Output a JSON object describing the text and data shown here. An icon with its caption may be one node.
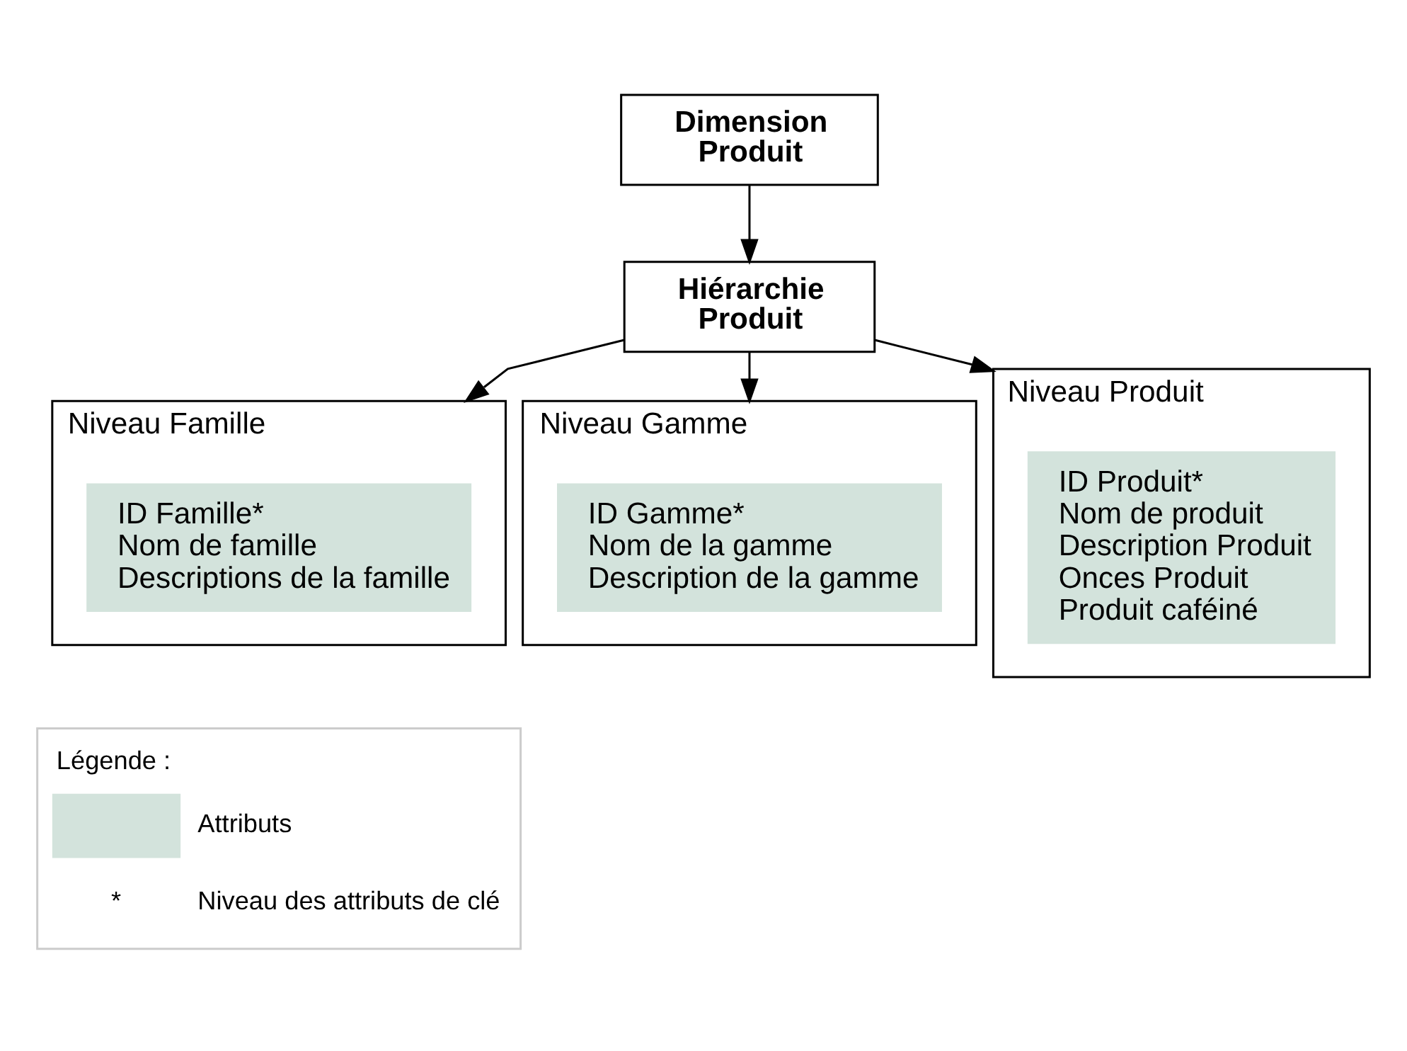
{
  "diagram": {
    "nodes": [
      {
        "text": [
          "Dimension Produit"
        ]
      },
      {
        "text": [
          "Hiérarchie Produit"
        ]
      },
      {
        "text": [
          "Niveau Famille"
        ]
      },
      {
        "text": [
          "ID Famille*",
          "Nom de famille",
          "Descriptions de la famille"
        ],
        "in": 2
      },
      {
        "text": [
          "Niveau Gamme"
        ]
      },
      {
        "text": [
          "ID Gamme*",
          "Nom de la gamme",
          "Description de la gamme"
        ],
        "in": 4
      },
      {
        "text": [
          "Niveau Produit"
        ]
      },
      {
        "text": [
          "ID Produit*",
          "Nom de produit",
          "Description Produit",
          "Onces Produit",
          "Produit caféiné"
        ],
        "in": 6
      }
    ],
    "edges": [
      {
        "from": 0,
        "to": 1,
        "arrow": "to"
      },
      {
        "from": 1,
        "to": 2,
        "arrow": "to"
      },
      {
        "from": 1,
        "to": 4,
        "arrow": "to"
      },
      {
        "from": 1,
        "to": 6,
        "arrow": "to"
      }
    ],
    "labels": [
      "Légende :",
      "*"
    ],
    "legend": [
      {
        "text": "Attributs",
        "color": "#d3e3dc"
      },
      {
        "text": "Niveau des attributs de clé"
      }
    ]
  }
}
